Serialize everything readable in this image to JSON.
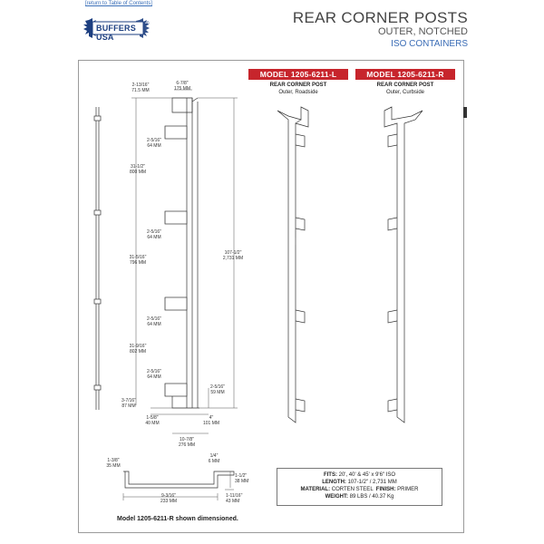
{
  "header": {
    "toc_link": "[return to Table of Contents]",
    "logo_text": "BUFFERS USA",
    "logo_reg": "®",
    "title": "REAR CORNER POSTS",
    "subtitle1": "OUTER, NOTCHED",
    "subtitle2": "ISO CONTAINERS"
  },
  "models": [
    {
      "label": "MODEL 1205-6211-L",
      "name": "REAR CORNER POST",
      "side": "Outer, Roadside"
    },
    {
      "label": "MODEL 1205-6211-R",
      "name": "REAR CORNER POST",
      "side": "Outer, Curbside"
    }
  ],
  "dimensions": {
    "top_width": [
      "6-7/8\"",
      "175 MM"
    ],
    "top_offset": [
      "2-13/16\"",
      "71.5 MM"
    ],
    "notch1": [
      "2-5/16\"",
      "64 MM"
    ],
    "span1": [
      "31-1/2\"",
      "800 MM"
    ],
    "notch2": [
      "2-5/16\"",
      "64 MM"
    ],
    "span2": [
      "31-5/16\"",
      "796 MM"
    ],
    "notch3": [
      "2-5/16\"",
      "64 MM"
    ],
    "span3": [
      "31-9/16\"",
      "802 MM"
    ],
    "notch4": [
      "2-5/16\"",
      "64 MM"
    ],
    "bottom_left": [
      "3-7/16\"",
      "87 MM"
    ],
    "overall_length": [
      "107-1/2\"",
      "2,731 MM"
    ],
    "bottom_right": [
      "2-5/16\"",
      "59 MM"
    ],
    "foot_left": [
      "1-5/8\"",
      "40 MM"
    ],
    "foot_right": [
      "4\"",
      "101 MM"
    ],
    "foot_total": [
      "10-7/8\"",
      "276 MM"
    ]
  },
  "section": {
    "flange_left": [
      "1-3/8\"",
      "35 MM"
    ],
    "thickness": [
      "1/4\"",
      "6 MM"
    ],
    "depth": [
      "1-1/2\"",
      "38 MM"
    ],
    "web_width": [
      "9-3/16\"",
      "233 MM"
    ],
    "flange_right": [
      "1-11/16\"",
      "43 MM"
    ]
  },
  "specs": {
    "fits_label": "FITS:",
    "fits_value": "20', 40' & 45' x 9'6\" ISO",
    "length_label": "LENGTH:",
    "length_value": "107-1/2\" / 2,731 MM",
    "material_label": "MATERIAL:",
    "material_value": "CORTEN STEEL",
    "finish_label": "FINISH:",
    "finish_value": "PRIMER",
    "weight_label": "WEIGHT:",
    "weight_value": "89 LBS / 40.37 Kg"
  },
  "note": "Model 1205-6211-R shown dimensioned."
}
